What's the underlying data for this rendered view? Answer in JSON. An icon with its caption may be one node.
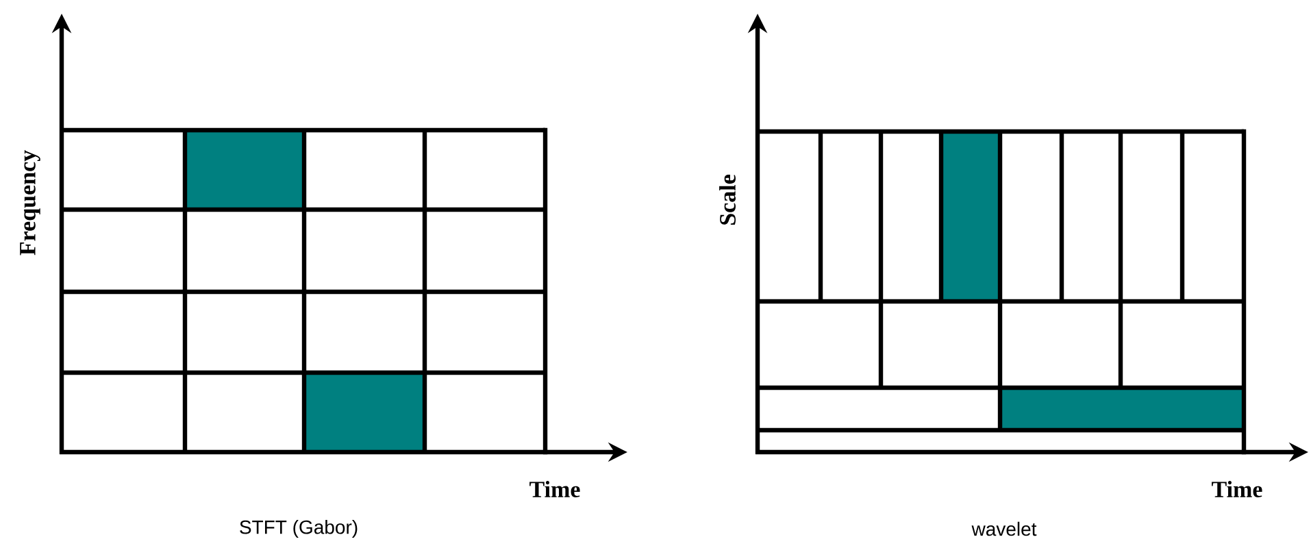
{
  "diagram": {
    "labels": [
      "Frequency",
      "Time",
      "STFT (Gabor)",
      "Scale",
      "Time",
      "wavelet"
    ]
  }
}
